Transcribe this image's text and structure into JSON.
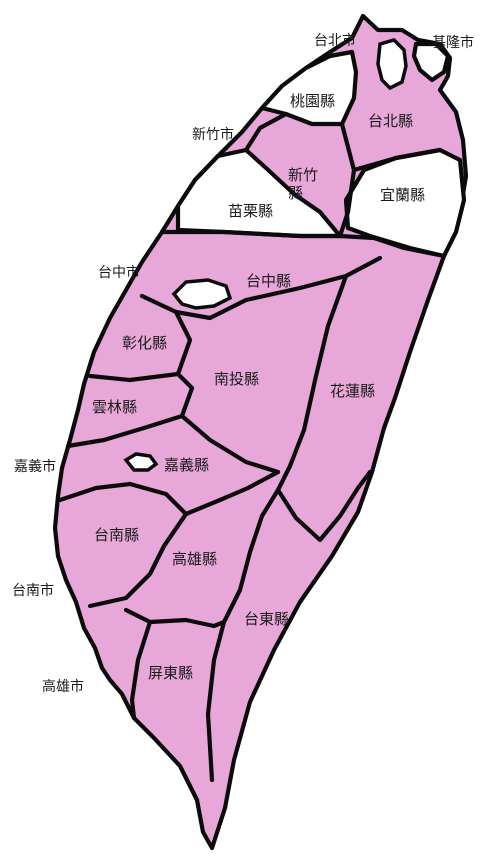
{
  "colors": {
    "pink": "#e7a7d8",
    "white": "#ffffff",
    "outline": "#0b0b0b"
  },
  "counties": {
    "taipei_county": "台北縣",
    "taoyuan": "桃園縣",
    "hsinchu_county": "新竹縣",
    "yilan": "宜蘭縣",
    "miaoli": "苗栗縣",
    "taichung_county": "台中縣",
    "changhua": "彰化縣",
    "nantou": "南投縣",
    "hualien": "花蓮縣",
    "yunlin": "雲林縣",
    "chiayi_county": "嘉義縣",
    "tainan_county": "台南縣",
    "kaohsiung_county": "高雄縣",
    "taitung": "台東縣",
    "pingtung": "屏東縣"
  },
  "cities": {
    "taipei_city": "台北市",
    "keelung_city": "基隆市",
    "hsinchu_city": "新竹市",
    "taichung_city": "台中市",
    "chiayi_city": "嘉義市",
    "tainan_city": "台南市",
    "kaohsiung_city": "高雄市"
  }
}
